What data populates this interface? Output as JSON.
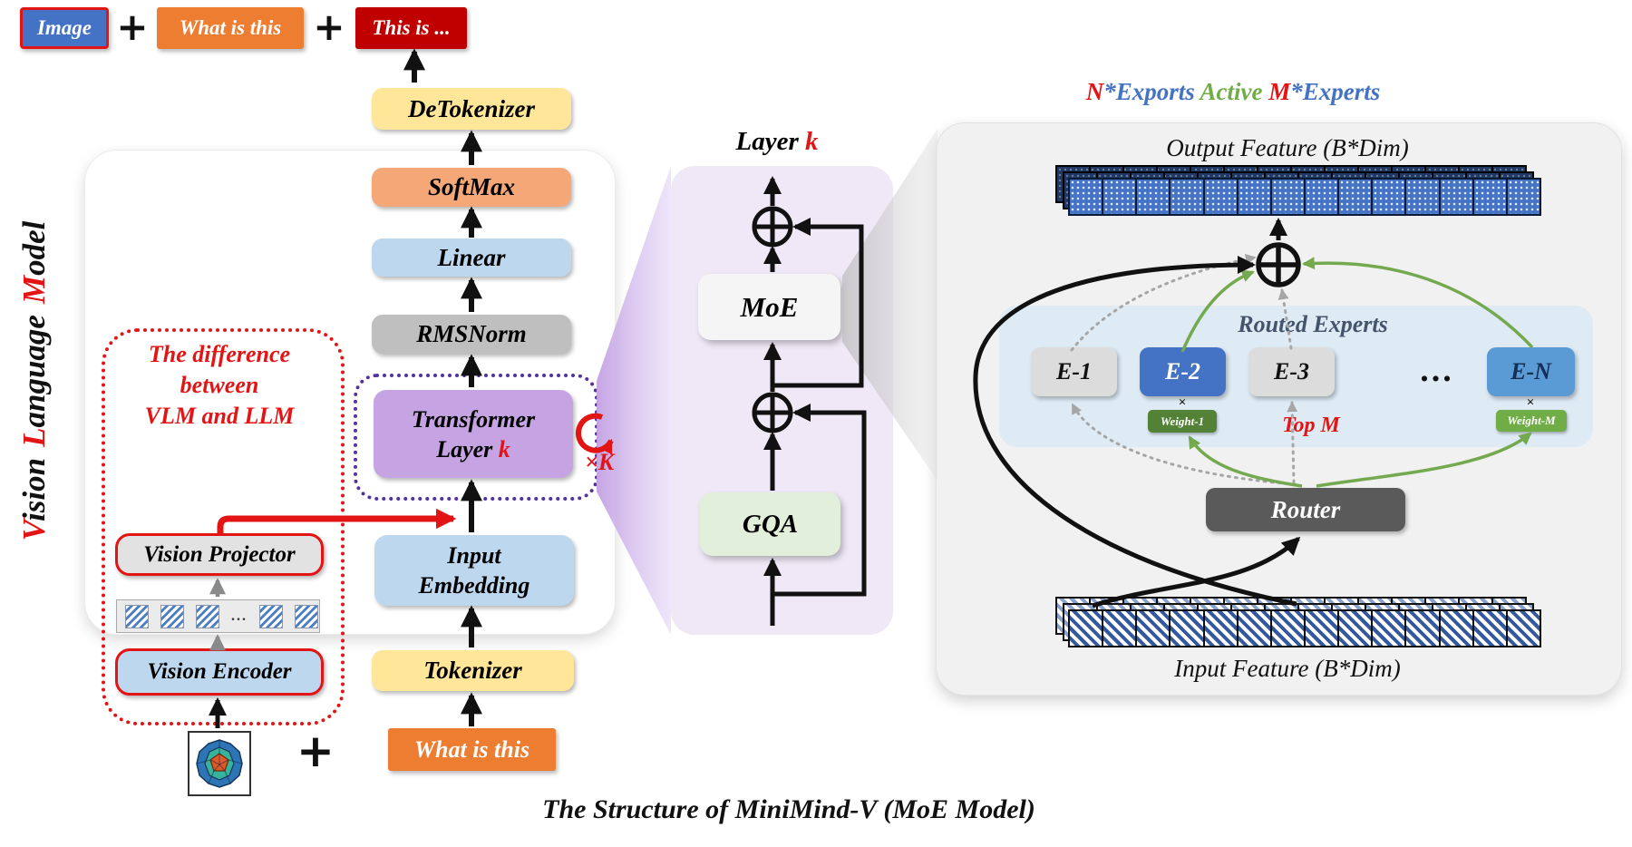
{
  "top_sequence": {
    "image": "Image",
    "plus_1": "+",
    "question": "What is this",
    "plus_2": "+",
    "answer": "This is ..."
  },
  "side_label": {
    "segments": [
      {
        "t": "V"
      },
      {
        "t": "ision"
      },
      {
        "t": "L"
      },
      {
        "t": "anguage"
      },
      {
        "t": "M"
      },
      {
        "t": "odel"
      }
    ]
  },
  "pipeline": {
    "detokenizer": "DeTokenizer",
    "softmax": "SoftMax",
    "linear": "Linear",
    "rmsnorm": "RMSNorm",
    "transformer_line1": "Transformer",
    "transformer_line2": "Layer",
    "transformer_k": "k",
    "repeat_label": "×K",
    "embedding_line1": "Input",
    "embedding_line2": "Embedding",
    "tokenizer": "Tokenizer",
    "question": "What is this"
  },
  "difference_note": {
    "line1": "The difference",
    "line2": "between",
    "line3": "VLM and LLM"
  },
  "vision_branch": {
    "projector": "Vision Projector",
    "encoder": "Vision Encoder",
    "tokens_ellipsis": "...",
    "plus": "+",
    "token_count": 5
  },
  "layer_detail": {
    "title": "Layer",
    "title_k": "k",
    "moe": "MoE",
    "gqa": "GQA"
  },
  "moe_detail": {
    "header": {
      "n": "N",
      "exports": "*Exports",
      "active": "Active",
      "m": "M",
      "experts": "*Experts"
    },
    "output_feature": "Output Feature (B*Dim)",
    "routed_experts": "Routed Experts",
    "experts": [
      {
        "label": "E-1",
        "state": "inactive"
      },
      {
        "label": "E-2",
        "state": "active"
      },
      {
        "label": "E-3",
        "state": "inactive"
      },
      {
        "label": "...",
        "state": "ellipsis"
      },
      {
        "label": "E-N",
        "state": "active"
      }
    ],
    "times_1": "×",
    "weight_1": "Weight-1",
    "top_m": "Top M",
    "times_m": "×",
    "weight_m": "Weight-M",
    "router": "Router",
    "input_feature": "Input Feature (B*Dim)",
    "output_tile_count": 14,
    "input_tile_count": 14
  },
  "caption": "The Structure of MiniMind-V (MoE Model)",
  "colors": {
    "accent_red": "#E31414",
    "dark_red_box": "#C00000",
    "blue_box": "#4472C4",
    "light_blue_box": "#BDD7EE",
    "orange_box": "#ED7D31",
    "soft_orange_box": "#F4A878",
    "yellow_box": "#FFE699",
    "gray_box": "#BFBFBF",
    "purple_box": "#C6A3E3",
    "purple_panel": "#EFE9F7",
    "green_box": "#E2EFDA",
    "routed_panel": "#DEEBF5",
    "router_gray": "#5A5A5A",
    "weight_green_dark": "#538135",
    "weight_green": "#70AD47",
    "steel_blue_text": "#4472C4",
    "active_green_text": "#70AD47",
    "expert_light_blue": "#5B9BD5"
  }
}
